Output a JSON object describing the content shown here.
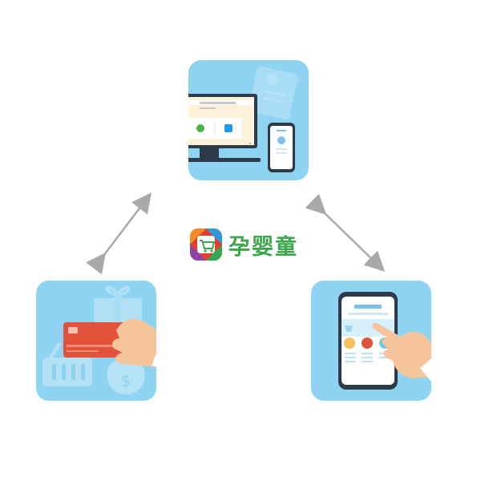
{
  "brand": {
    "name": "孕婴童",
    "color": "#3aa84a",
    "logo_icon": "shopping-cart-logo"
  },
  "colors": {
    "tile_background": "#8fd3f2",
    "arrow": "#a9a9a9",
    "card": "#e2513a",
    "skin": "#f5c49b"
  },
  "tiles": [
    {
      "id": "tile-top",
      "icons": [
        "monitor-icon",
        "phone-icon",
        "wechat-pay-icon",
        "alipay-icon",
        "clipboard-icon"
      ]
    },
    {
      "id": "tile-left",
      "icons": [
        "credit-card-icon",
        "hand-icon",
        "gift-icon",
        "basket-icon",
        "money-bag-icon"
      ]
    },
    {
      "id": "tile-right",
      "icons": [
        "smartphone-icon",
        "pointing-hand-icon",
        "product-list-icon"
      ]
    }
  ],
  "connectors": [
    "bidirectional-arrow-left",
    "bidirectional-arrow-right"
  ]
}
